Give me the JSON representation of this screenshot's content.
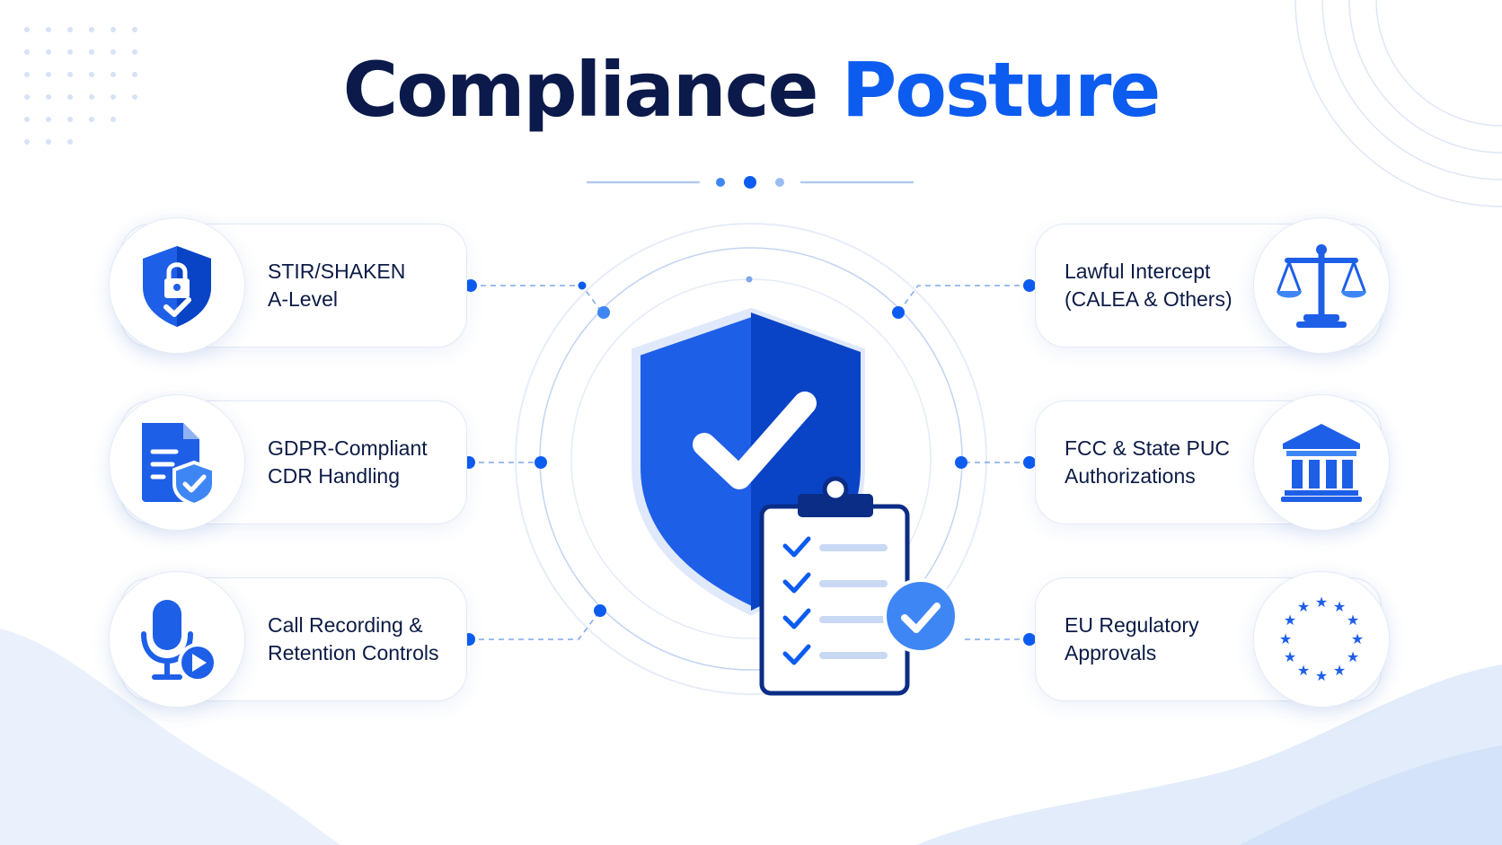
{
  "title": {
    "part1": "Compliance",
    "part2": "Posture"
  },
  "colors": {
    "navy": "#0b1a4a",
    "blue": "#0d5cf0",
    "light_blue": "#3f86f5",
    "card_border": "#e2e9f6"
  },
  "left_items": [
    {
      "icon": "lock-shield-icon",
      "line1": "STIR/SHAKEN",
      "line2": "A-Level"
    },
    {
      "icon": "document-shield-icon",
      "line1": "GDPR-Compliant",
      "line2": "CDR Handling"
    },
    {
      "icon": "microphone-play-icon",
      "line1": "Call Recording &",
      "line2": "Retention Controls"
    }
  ],
  "right_items": [
    {
      "icon": "scales-icon",
      "line1": "Lawful Intercept",
      "line2": "(CALEA & Others)"
    },
    {
      "icon": "government-building-icon",
      "line1": "FCC & State PUC",
      "line2": "Authorizations"
    },
    {
      "icon": "eu-stars-icon",
      "line1": "EU Regulatory",
      "line2": "Approvals"
    }
  ],
  "center": {
    "icons": [
      "shield-check-icon",
      "clipboard-checklist-icon",
      "check-circle-icon"
    ]
  }
}
